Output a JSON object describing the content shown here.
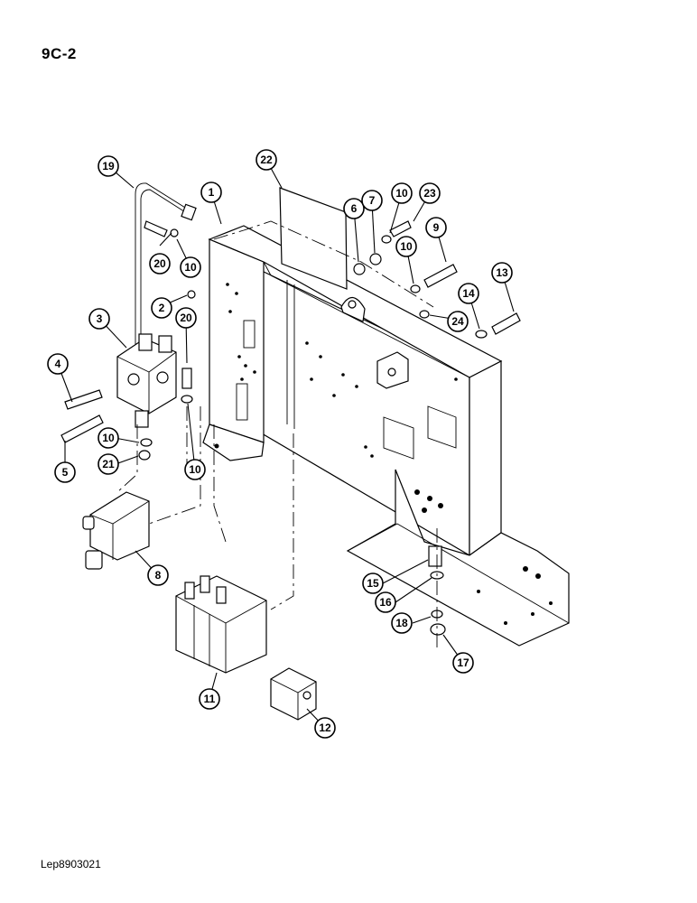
{
  "header": {
    "page_label": "9C-2"
  },
  "footer": {
    "doc_code": "Lep8903021"
  },
  "callouts": {
    "c1": "1",
    "c2": "2",
    "c3": "3",
    "c4": "4",
    "c5": "5",
    "c6": "6",
    "c7": "7",
    "c8": "8",
    "c9": "9",
    "c10a": "10",
    "c10b": "10",
    "c10c": "10",
    "c10d": "10",
    "c10e": "10",
    "c11": "11",
    "c12": "12",
    "c13": "13",
    "c14": "14",
    "c15": "15",
    "c16": "16",
    "c17": "17",
    "c18": "18",
    "c19": "19",
    "c20a": "20",
    "c20b": "20",
    "c21": "21",
    "c22": "22",
    "c23": "23",
    "c24": "24"
  }
}
